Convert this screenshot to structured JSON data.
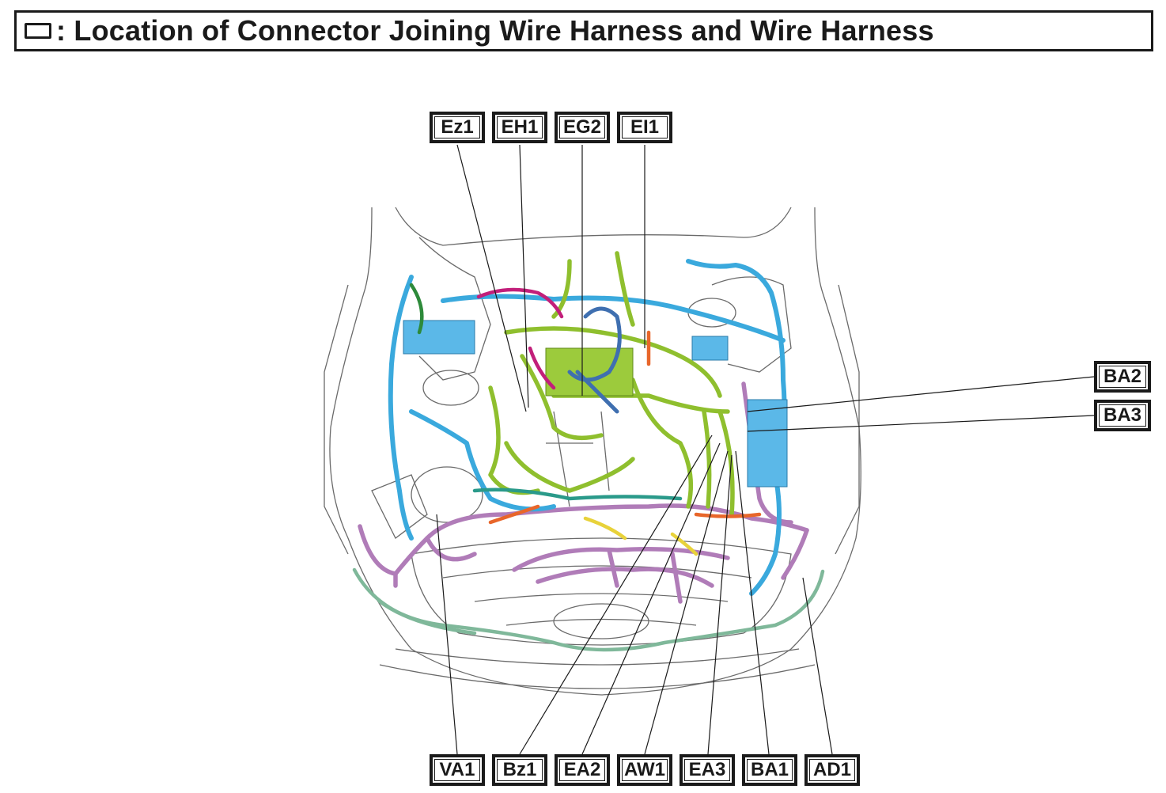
{
  "header": {
    "title": ": Location of Connector Joining Wire Harness and Wire Harness"
  },
  "connectors": {
    "top": [
      "Ez1",
      "EH1",
      "EG2",
      "EI1"
    ],
    "right": [
      "BA2",
      "BA3"
    ],
    "bottom": [
      "VA1",
      "Bz1",
      "EA2",
      "AW1",
      "EA3",
      "BA1",
      "AD1"
    ]
  },
  "colors": {
    "outline": "#1a1a1a",
    "harness_cyan": "#3aa9dd",
    "harness_green": "#8fbf2e",
    "harness_purple": "#b07cb8",
    "harness_blue": "#3f6fb0",
    "harness_magenta": "#c21f7a",
    "harness_teal": "#2a9a8a",
    "harness_orange": "#e8662a",
    "harness_yellow": "#e8d23a",
    "harness_bumper": "#7fb89a"
  }
}
